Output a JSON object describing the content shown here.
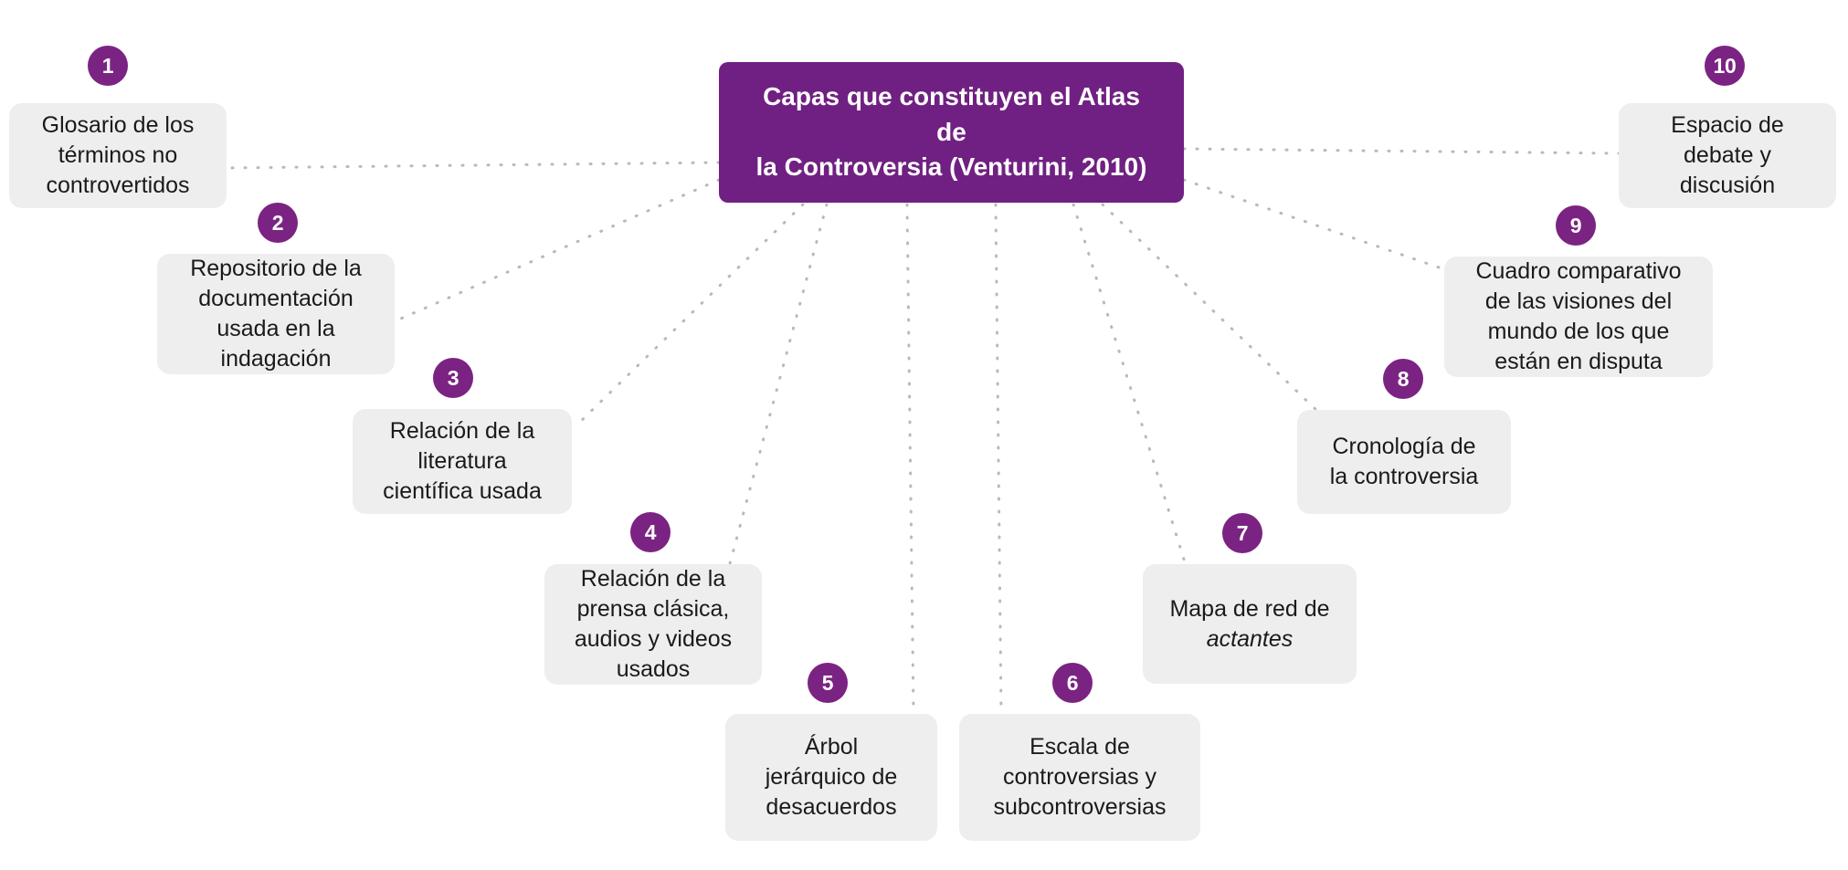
{
  "diagram": {
    "title": "Capas que constituyen el Atlas de la Controversia (Venturini, 2010)",
    "background_color": "#ffffff",
    "accent_color": "#702082",
    "badge_color": "#7b2382",
    "node_color": "#eeeeee",
    "connector_color": "#b9b9b9",
    "central": {
      "label": "Capas que constituyen el Atlas de la Controversia (Venturini, 2010)",
      "line1": "Capas que constituyen el Atlas de",
      "line2": "la Controversia (Venturini, 2010)"
    },
    "nodes": [
      {
        "number": "1",
        "label": "Glosario de los términos no controvertidos",
        "lines": [
          "Glosario de los",
          "términos no",
          "controvertidos"
        ]
      },
      {
        "number": "2",
        "label": "Repositorio de la documentación usada en la indagación",
        "lines": [
          "Repositorio de la",
          "documentación",
          "usada en la",
          "indagación"
        ]
      },
      {
        "number": "3",
        "label": "Relación de la literatura científica usada",
        "lines": [
          "Relación de la",
          "literatura",
          "científica usada"
        ]
      },
      {
        "number": "4",
        "label": "Relación de la prensa clásica, audios y videos usados",
        "lines": [
          "Relación de la",
          "prensa clásica,",
          "audios y videos",
          "usados"
        ]
      },
      {
        "number": "5",
        "label": "Árbol jerárquico de desacuerdos",
        "lines": [
          "Árbol",
          "jerárquico de",
          "desacuerdos"
        ]
      },
      {
        "number": "6",
        "label": "Escala de controversias y subcontroversias",
        "lines": [
          "Escala de",
          "controversias y",
          "subcontroversias"
        ]
      },
      {
        "number": "7",
        "label": "Mapa de red de actantes",
        "lines": [
          "Mapa de red de",
          "actantes"
        ],
        "italic_word": "actantes"
      },
      {
        "number": "8",
        "label": "Cronología de la controversia",
        "lines": [
          "Cronología de",
          "la controversia"
        ]
      },
      {
        "number": "9",
        "label": "Cuadro comparativo de las visiones del mundo de los que están en disputa",
        "lines": [
          "Cuadro comparativo",
          "de las visiones del",
          "mundo de los que",
          "están en disputa"
        ]
      },
      {
        "number": "10",
        "label": "Espacio de debate y discusión",
        "lines": [
          "Espacio de",
          "debate y",
          "discusión"
        ]
      }
    ]
  }
}
